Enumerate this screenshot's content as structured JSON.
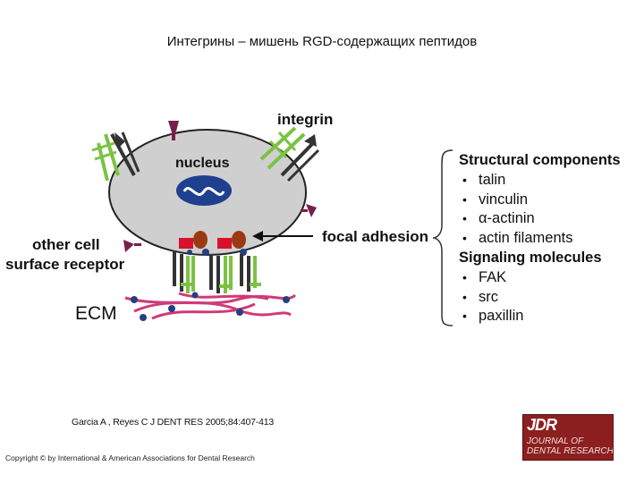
{
  "title": "Интегрины – мишень RGD-содержащих пептидов",
  "diagram": {
    "labels": {
      "integrin": "integrin",
      "nucleus": "nucleus",
      "focal_adhesion": "focal adhesion",
      "other_cell_line1": "other cell",
      "other_cell_line2": "surface receptor",
      "ecm": "ECM"
    },
    "colors": {
      "cell": "#cfcfcf",
      "nucleus": "#1f3f8f",
      "integrin": "#7cc243",
      "receptor": "#333333",
      "ligand": "#7a1e4e",
      "ecm_fiber": "#d03a78",
      "ecm_dot": "#23407f",
      "focal_red": "#d8112a",
      "focal_brown": "#9a3a12"
    }
  },
  "panel": {
    "structural_header": "Structural components",
    "structural_items": [
      "talin",
      "vinculin",
      "α-actinin",
      "actin filaments"
    ],
    "signaling_header": "Signaling molecules",
    "signaling_items": [
      "FAK",
      "src",
      "paxillin"
    ]
  },
  "citation": "Garcia A , Reyes C J DENT RES 2005;84:407-413",
  "copyright": "Copyright © by International & American Associations for Dental Research",
  "logo": {
    "mark": "JDR",
    "line1": "JOURNAL OF",
    "line2": "DENTAL RESEARCH"
  }
}
